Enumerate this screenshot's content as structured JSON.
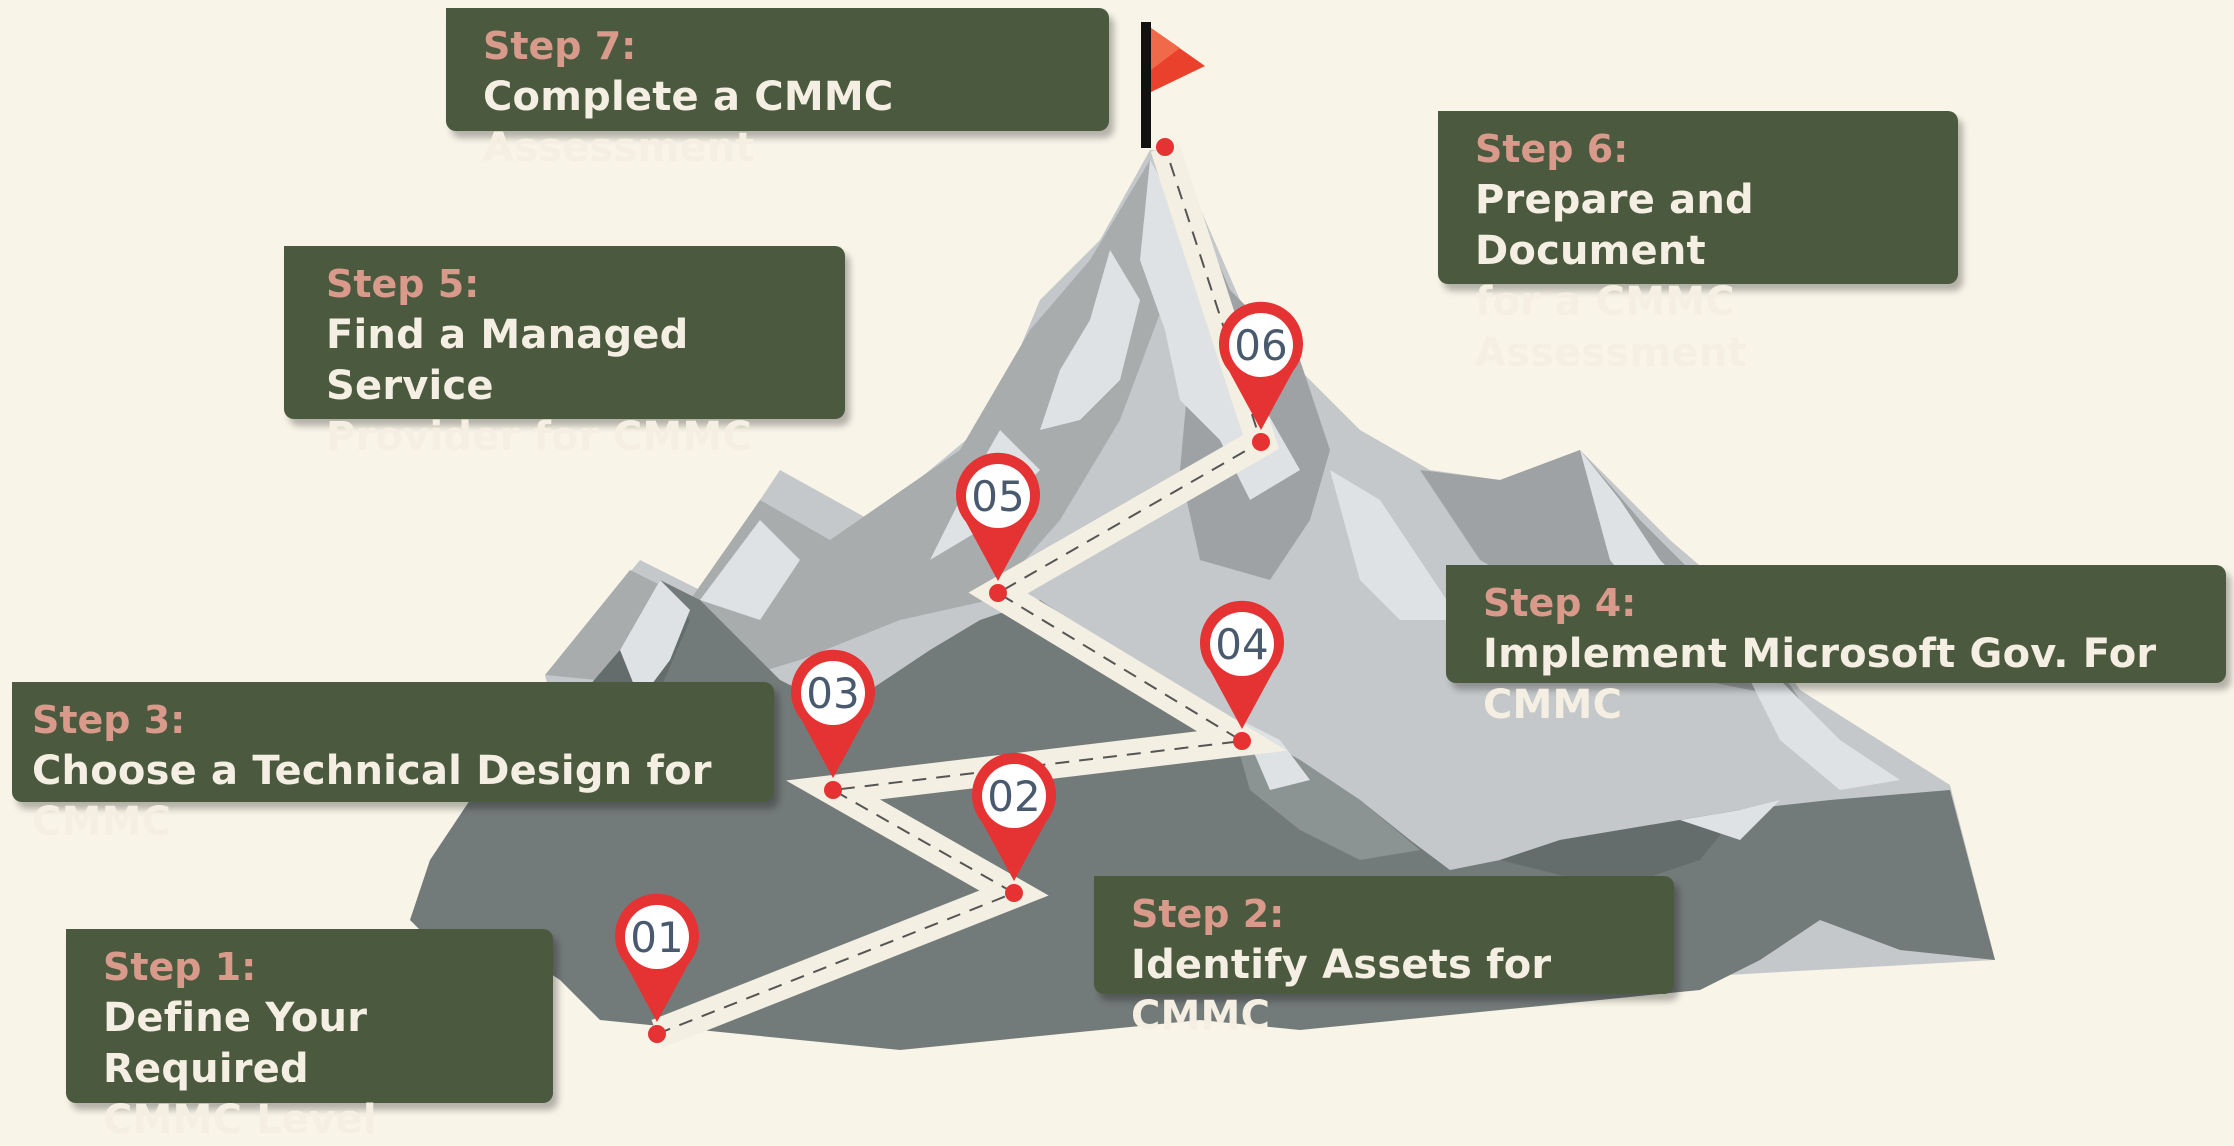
{
  "steps": [
    {
      "number": "01",
      "label": "Step 1:",
      "title_lines": [
        "Define Your Required",
        "CMMC Level"
      ]
    },
    {
      "number": "02",
      "label": "Step 2:",
      "title_lines": [
        "Identify Assets for CMMC"
      ]
    },
    {
      "number": "03",
      "label": "Step 3:",
      "title_lines": [
        "Choose a Technical Design for CMMC"
      ]
    },
    {
      "number": "04",
      "label": "Step 4:",
      "title_lines": [
        "Implement Microsoft Gov. For CMMC"
      ]
    },
    {
      "number": "05",
      "label": "Step 5:",
      "title_lines": [
        "Find a Managed Service",
        "Provider for CMMC"
      ]
    },
    {
      "number": "06",
      "label": "Step 6:",
      "title_lines": [
        "Prepare and Document",
        "for a CMMC Assessment"
      ]
    },
    {
      "label": "Step 7:",
      "title_lines": [
        "Complete a CMMC Assessment"
      ]
    }
  ],
  "colors": {
    "background": "#f8f4e8",
    "box": "#4b5a3f",
    "label": "#d99a8b",
    "text": "#f4efe2",
    "marker": "#e53232",
    "marker_number": "#4a5a6e",
    "path": "#f3efe2",
    "mountain_dark": "#737b7a",
    "mountain_mid": "#a9acad",
    "mountain_light": "#d3d6d8",
    "flag": "#e9412c"
  },
  "icons": {
    "marker": "map-pin-icon",
    "flag": "flag-icon"
  }
}
